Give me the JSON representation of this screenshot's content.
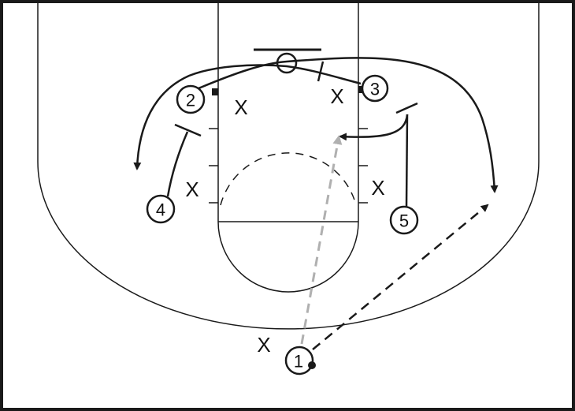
{
  "diagram": {
    "players": [
      {
        "label": "1",
        "role": "ball-handler"
      },
      {
        "label": "2"
      },
      {
        "label": "3"
      },
      {
        "label": "4"
      },
      {
        "label": "5"
      }
    ],
    "defender_label": "X",
    "colors": {
      "line": "#1a1a1a",
      "pass_primary": "#1a1a1a",
      "pass_secondary": "#b0b0b0"
    }
  }
}
